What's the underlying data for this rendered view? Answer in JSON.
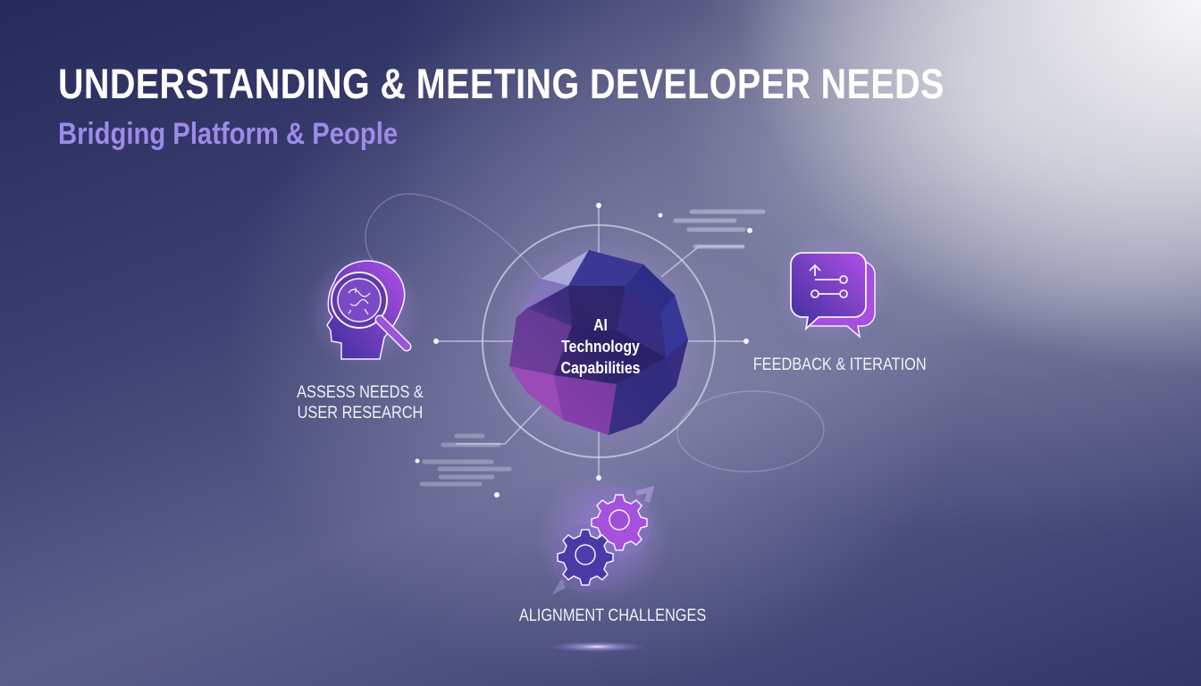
{
  "header": {
    "title": "UNDERSTANDING & MEETING DEVELOPER NEEDS",
    "subtitle": "Bridging Platform & People"
  },
  "diagram": {
    "center": {
      "lines": [
        "AI",
        "Technology",
        "Capabilities"
      ],
      "icon": "polyhedron-sphere-icon"
    },
    "nodes": [
      {
        "id": "assess",
        "label_lines": [
          "ASSESS NEEDS &",
          "USER RESEARCH"
        ],
        "icon": "head-magnifier-icon"
      },
      {
        "id": "feedback",
        "label_lines": [
          "FEEDBACK & ITERATION"
        ],
        "icon": "chat-bubble-flow-icon"
      },
      {
        "id": "alignment",
        "label_lines": [
          "ALIGNMENT CHALLENGES"
        ],
        "icon": "gears-cycle-icon"
      }
    ]
  },
  "colors": {
    "accent_purple": "#9b8ce8",
    "icon_gradient_start": "#3b2f9a",
    "icon_gradient_end": "#b04fe6",
    "text_white": "#ffffff",
    "background_dark": "#262a5c"
  }
}
